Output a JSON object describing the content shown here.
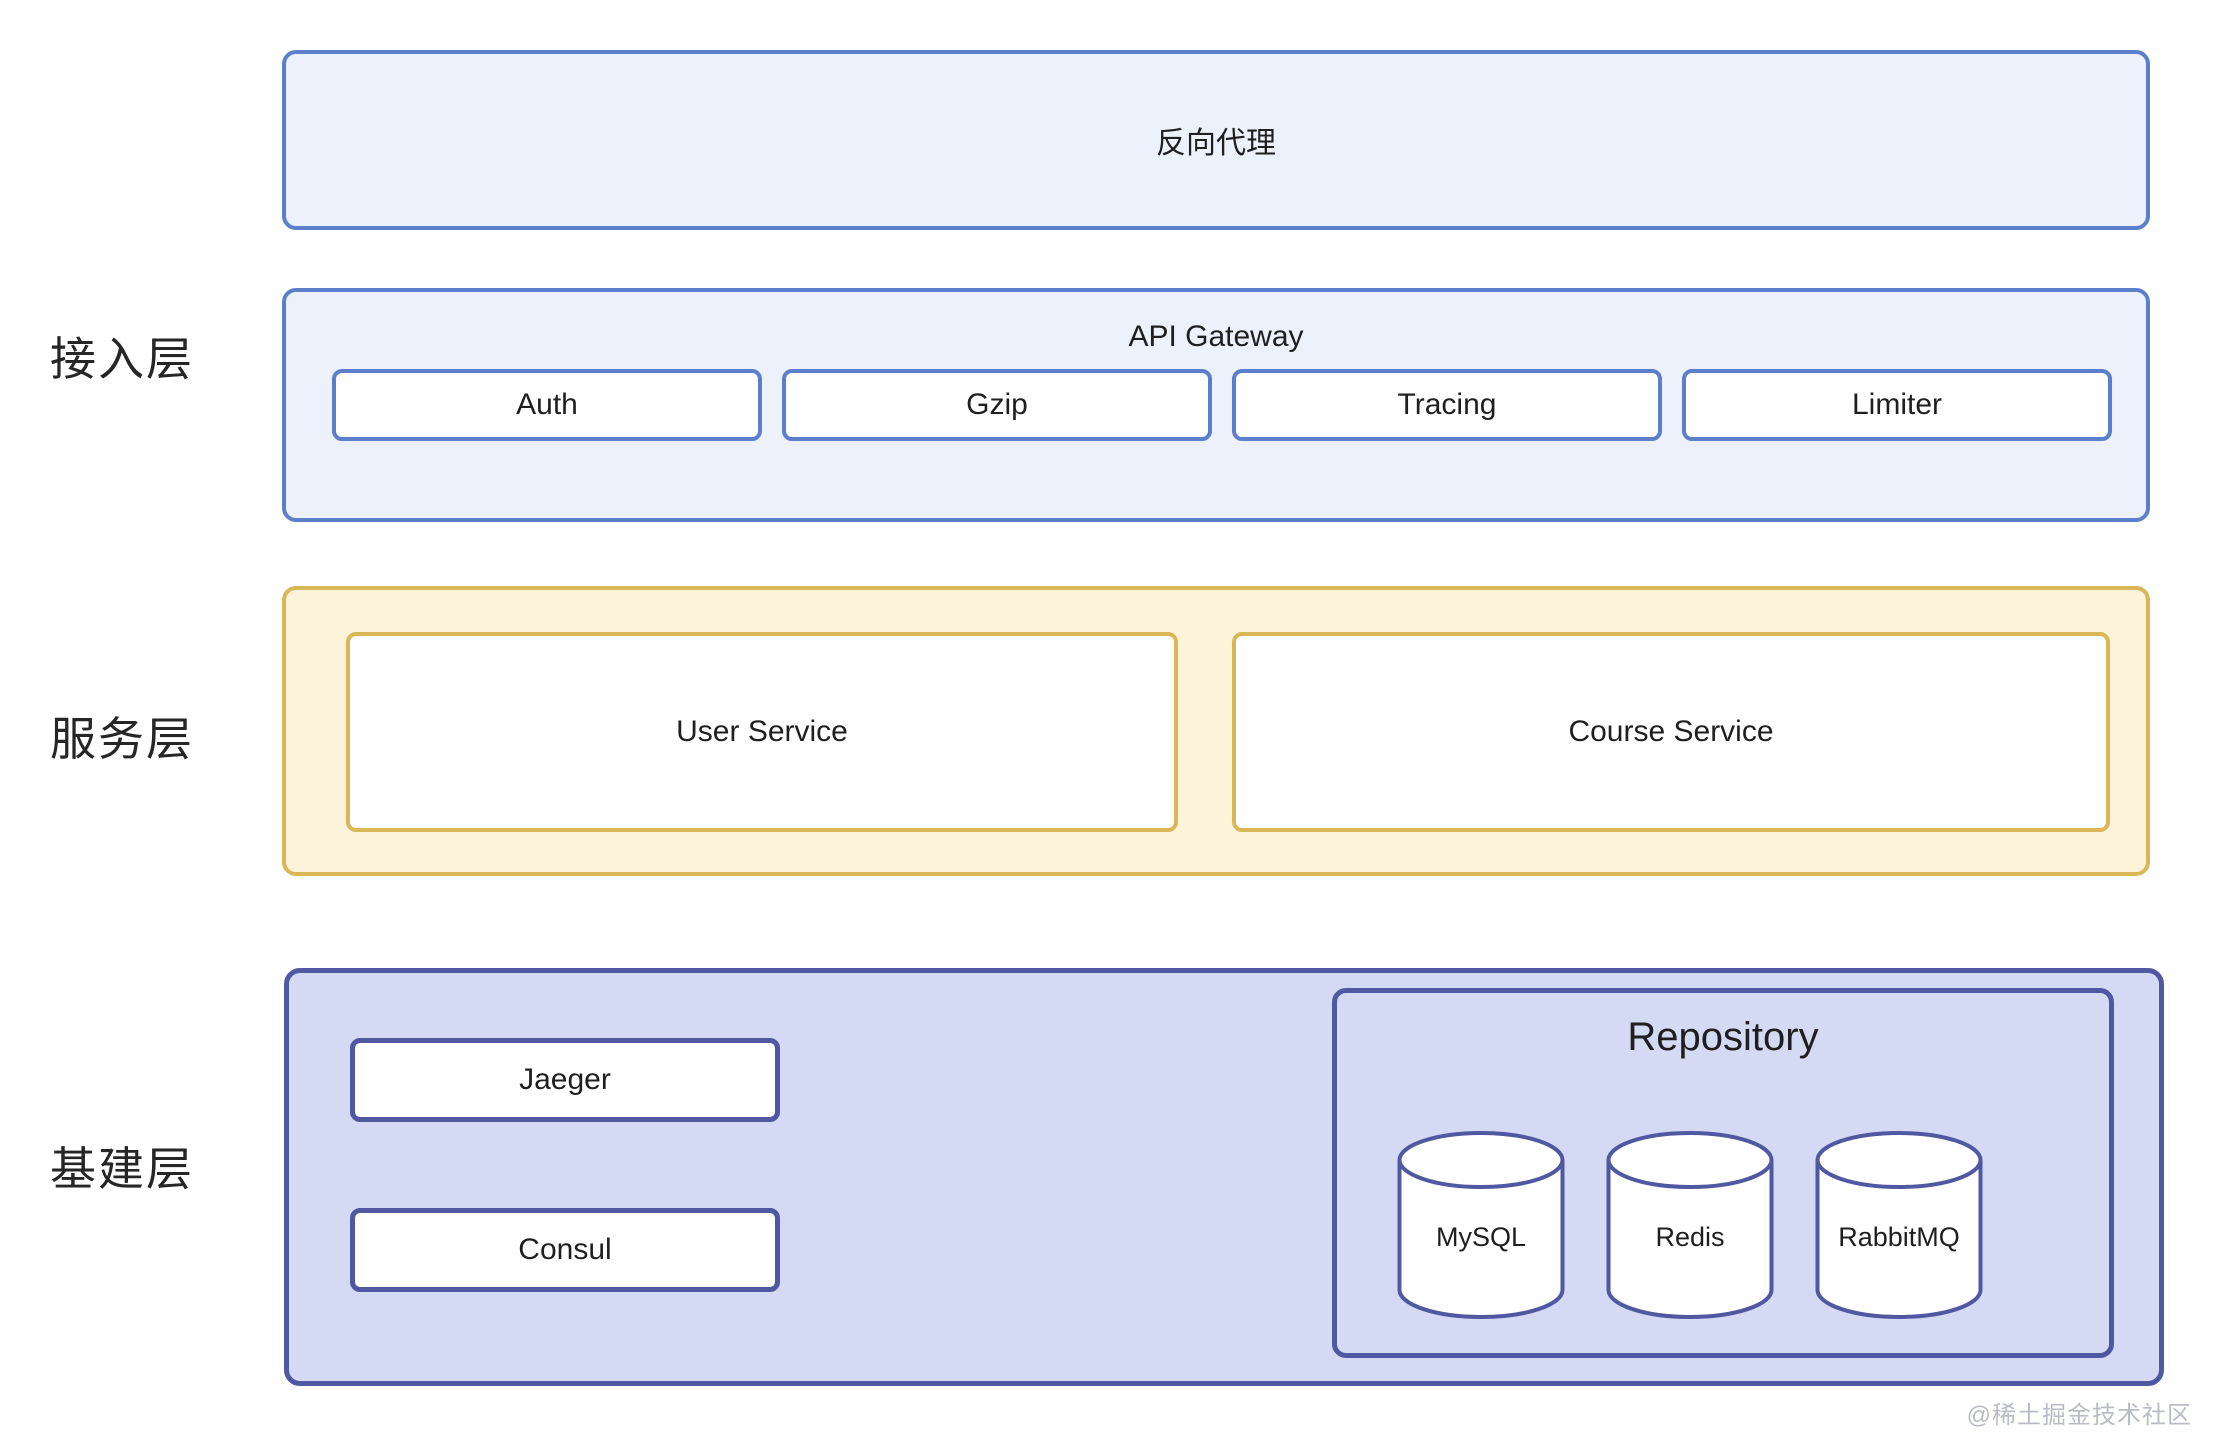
{
  "diagram": {
    "layer_captions": [
      {
        "id": "access",
        "label": "接入层"
      },
      {
        "id": "service",
        "label": "服务层"
      },
      {
        "id": "infra",
        "label": "基建层"
      }
    ],
    "reverse_proxy": {
      "label": "反向代理"
    },
    "api_gateway": {
      "title": "API Gateway",
      "modules": [
        {
          "label": "Auth"
        },
        {
          "label": "Gzip"
        },
        {
          "label": "Tracing"
        },
        {
          "label": "Limiter"
        }
      ]
    },
    "service_layer": {
      "services": [
        {
          "label": "User Service"
        },
        {
          "label": "Course Service"
        }
      ]
    },
    "infra_layer": {
      "components": [
        {
          "label": "Jaeger"
        },
        {
          "label": "Consul"
        }
      ],
      "repository": {
        "title": "Repository",
        "stores": [
          {
            "label": "MySQL"
          },
          {
            "label": "Redis"
          },
          {
            "label": "RabbitMQ"
          }
        ]
      }
    },
    "watermark": "@稀土掘金技术社区",
    "colors": {
      "blue_border": "#5c7fcb",
      "blue_fill": "#edf1fb",
      "yellow_border": "#d9b756",
      "yellow_fill": "#fcf3da",
      "lavender_border": "#4f58a0",
      "lavender_fill": "#d5daf4",
      "node_fill": "#ffffff",
      "text": "#1f1f1f",
      "watermark": "#b9bcc4"
    }
  }
}
